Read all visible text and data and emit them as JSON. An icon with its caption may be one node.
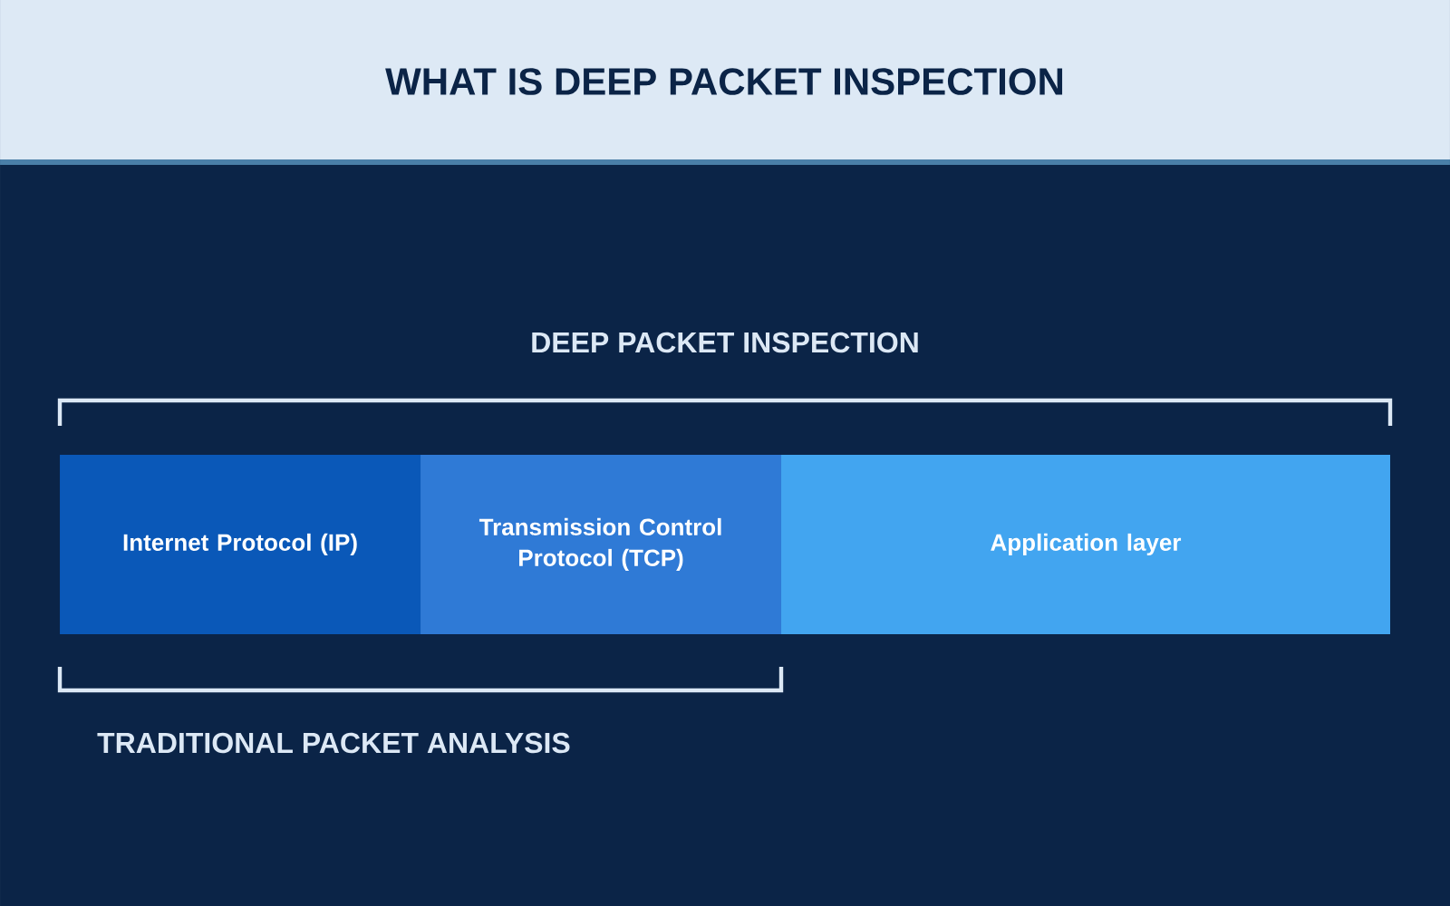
{
  "diagram": {
    "title": "WHAT IS DEEP PACKET INSPECTION",
    "nodes": [
      {
        "text": [
          "Internet Protocol (IP)"
        ]
      },
      {
        "text": [
          "Transmission Control Protocol (TCP)"
        ]
      },
      {
        "text": [
          "Application layer"
        ]
      }
    ],
    "labels": [
      "DEEP PACKET INSPECTION",
      "TRADITIONAL PACKET ANALYSIS"
    ]
  }
}
